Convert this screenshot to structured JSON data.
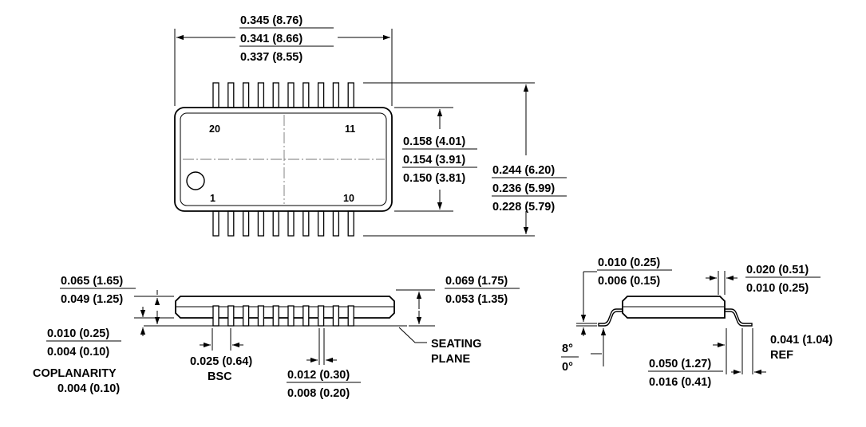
{
  "top_view": {
    "length": [
      "0.345 (8.76)",
      "0.341 (8.66)",
      "0.337 (8.55)"
    ],
    "body_width": [
      "0.158 (4.01)",
      "0.154 (3.91)",
      "0.150 (3.81)"
    ],
    "overall_width": [
      "0.244 (6.20)",
      "0.236 (5.99)",
      "0.228 (5.79)"
    ],
    "pins": {
      "p20": "20",
      "p11": "11",
      "p1": "1",
      "p10": "10"
    }
  },
  "side_view": {
    "height": [
      "0.065 (1.65)",
      "0.049 (1.25)"
    ],
    "standoff": [
      "0.010 (0.25)",
      "0.004 (0.10)"
    ],
    "coplanarity": [
      "COPLANARITY",
      "0.004 (0.10)"
    ],
    "pitch": [
      "0.025 (0.64)",
      "BSC"
    ],
    "lead_width": [
      "0.012 (0.30)",
      "0.008 (0.20)"
    ],
    "body_height": [
      "0.069 (1.75)",
      "0.053 (1.35)"
    ],
    "seating": [
      "SEATING",
      "PLANE"
    ]
  },
  "end_view": {
    "lead_thickness": [
      "0.010 (0.25)",
      "0.006 (0.15)"
    ],
    "chamfer": [
      "0.020 (0.51)",
      "0.010 (0.25)"
    ],
    "angle": [
      "8°",
      "0°"
    ],
    "foot_length": [
      "0.050 (1.27)",
      "0.016 (0.41)"
    ],
    "footprint": [
      "0.041 (1.04)",
      "REF"
    ]
  }
}
